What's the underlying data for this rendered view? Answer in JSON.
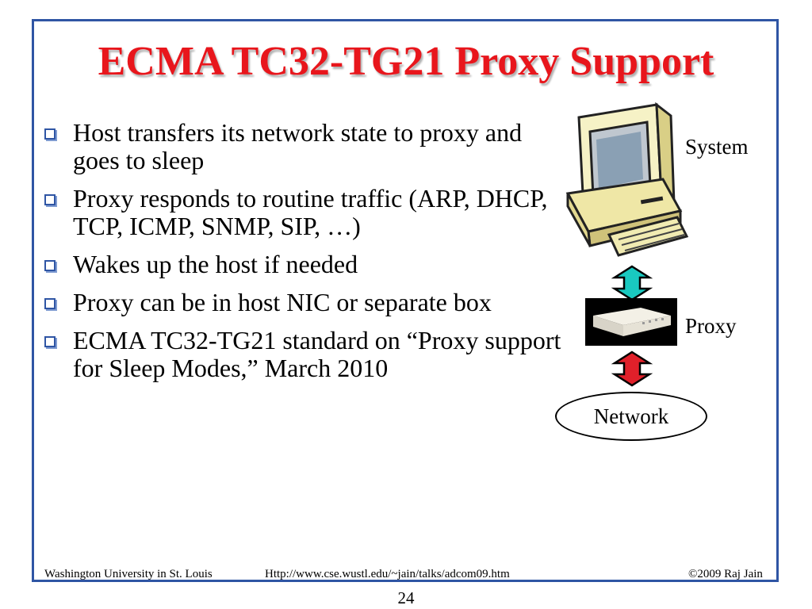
{
  "slide": {
    "title": "ECMA TC32-TG21 Proxy Support",
    "bullets": [
      "Host transfers its network state to proxy and goes to sleep",
      "Proxy responds to  routine traffic (ARP, DHCP, TCP, ICMP, SNMP, SIP, …)",
      "Wakes up the host if needed",
      "Proxy can be in host NIC or separate box",
      "ECMA TC32-TG21 standard on “Proxy support for Sleep Modes,” March 2010"
    ],
    "diagram": {
      "system_label": "System",
      "proxy_label": "Proxy",
      "network_label": "Network",
      "icons": [
        "computer-icon",
        "proxy-device-icon",
        "double-arrow-icon"
      ],
      "colors": {
        "upper_arrow": "#19c9c0",
        "lower_arrow": "#e0202a"
      }
    }
  },
  "footer": {
    "left": "Washington University in St. Louis",
    "center": "Http://www.cse.wustl.edu/~jain/talks/adcom09.htm",
    "right": "©2009 Raj Jain"
  },
  "page_number": "24",
  "colors": {
    "title": "#e8161c",
    "frame": "#2f55a4"
  }
}
